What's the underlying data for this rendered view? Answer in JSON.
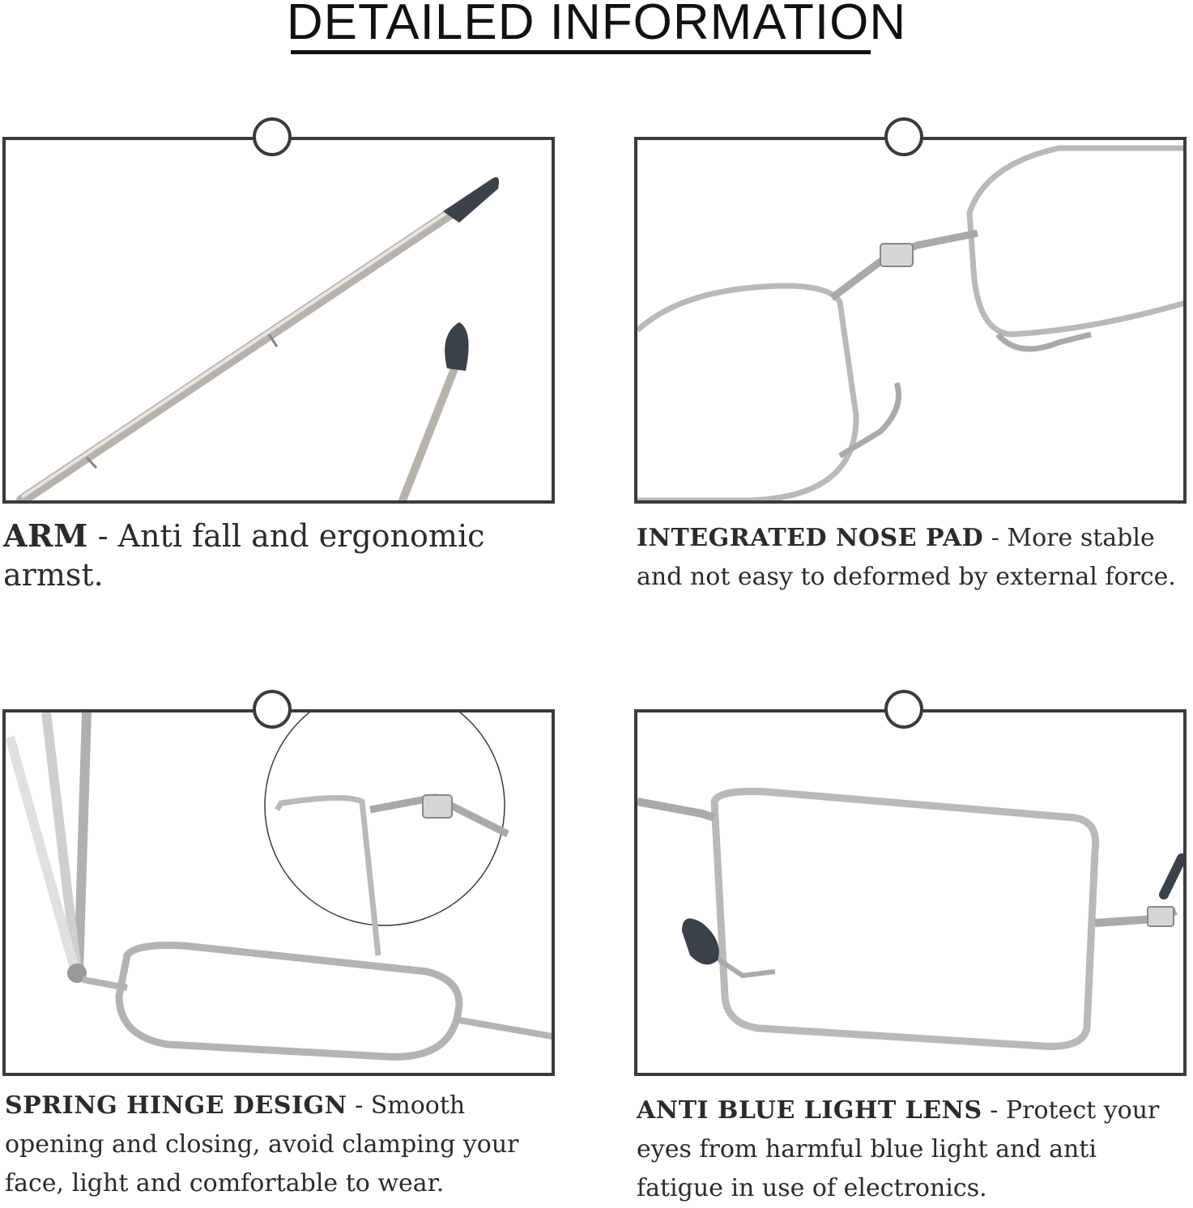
{
  "header": {
    "title": "DETAILED INFORMATION"
  },
  "features": [
    {
      "heading": "ARM",
      "separator": " - ",
      "description": " Anti fall and ergonomic armst."
    },
    {
      "heading": "INTEGRATED NOSE PAD",
      "separator": " - ",
      "description": "More stable and not easy to deformed by external force."
    },
    {
      "heading": "SPRING HINGE DESIGN",
      "separator": " - ",
      "description": "Smooth opening and closing, avoid clamping your face, light and comfortable to wear."
    },
    {
      "heading": "ANTI BLUE LIGHT LENS",
      "separator": " - ",
      "description": "Protect your eyes from harmful blue light and anti fatigue in use of electronics."
    }
  ],
  "colors": {
    "frame_border": "#3b3b3b",
    "metal": "#b9b9b9",
    "tip": "#3a4148",
    "text": "#2b2b2b"
  }
}
